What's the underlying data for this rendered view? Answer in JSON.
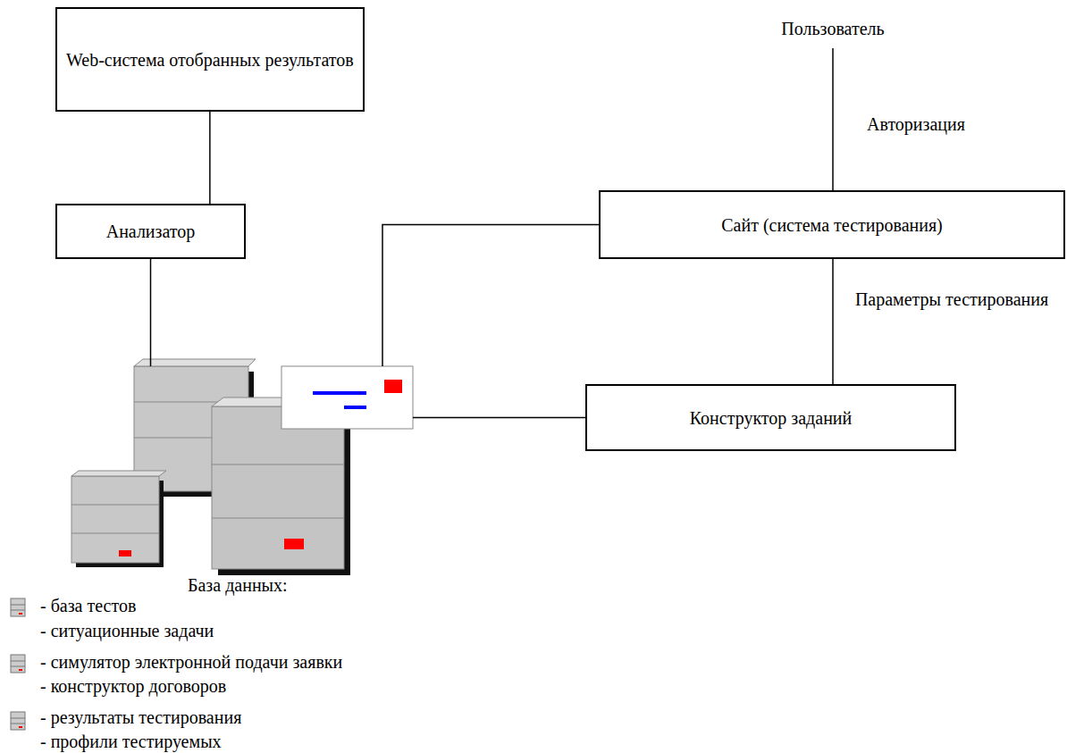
{
  "diagram": {
    "nodes": [
      {
        "text": [
          "Web-система отобранных результатов"
        ]
      },
      {
        "text": [
          "Пользователь"
        ]
      },
      {
        "text": [
          "Анализатор"
        ]
      },
      {
        "text": [
          "Сайт (система тестирования)"
        ]
      },
      {
        "text": [
          "Конструктор заданий"
        ]
      },
      {
        "text": [
          "База данных:",
          "- база тестов",
          "- ситуационные задачи",
          "- симулятор электронной подачи заявки",
          "- конструктор договоров",
          "- результаты тестирования",
          "- профили тестируемых"
        ]
      }
    ],
    "edges": [
      {
        "from": 0,
        "to": 2,
        "arrow": "none"
      },
      {
        "from": 1,
        "to": 3,
        "label": "Авторизация",
        "arrow": "none"
      },
      {
        "from": 3,
        "to": 4,
        "label": "Параметры тестирования",
        "arrow": "none"
      },
      {
        "from": 2,
        "to": 5,
        "arrow": "none"
      },
      {
        "from": 3,
        "to": 5,
        "arrow": "none"
      },
      {
        "from": 4,
        "to": 5,
        "arrow": "none"
      }
    ]
  }
}
